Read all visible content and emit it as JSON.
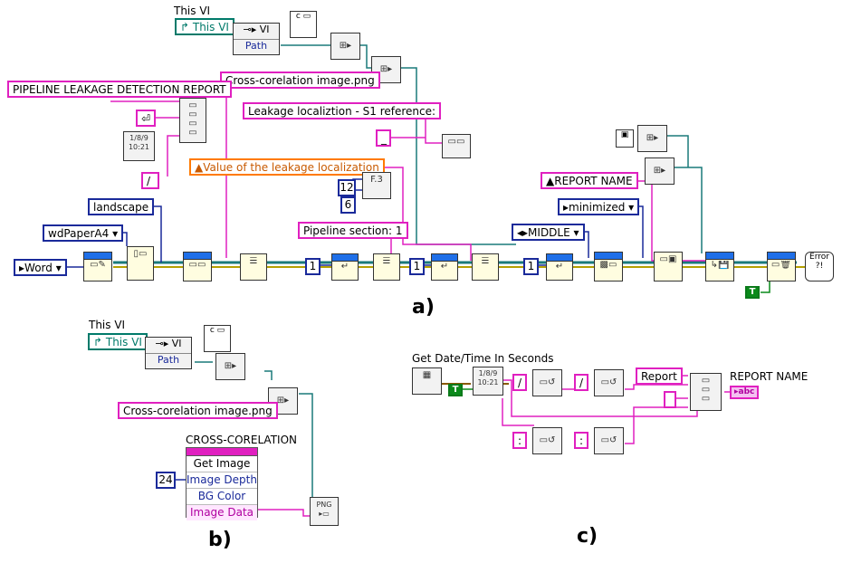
{
  "panel_a": {
    "caption": "a)",
    "this_vi_label": "This VI",
    "this_vi_const": "This VI",
    "vi_node_label": "VI",
    "vi_node_path": "Path",
    "report_title": "PIPELINE LEAKAGE DETECTION REPORT",
    "image_file": "Cross-corelation image.png",
    "leakage_ref": "Leakage localiztion - S1 reference:",
    "leakage_value": "Value of the leakage localization",
    "report_name": "REPORT NAME",
    "orientation": "landscape",
    "paper": "wdPaperA4",
    "report_type": "Word",
    "pipeline_section": "Pipeline section: 1",
    "alignment": "MIDDLE",
    "window_state": "minimized",
    "num_12": "12",
    "num_6": "6",
    "num_1a": "1",
    "num_1b": "1",
    "num_1c": "1",
    "slash": "/",
    "underscore": "_",
    "bool_true": "T",
    "error_label": "Error"
  },
  "panel_b": {
    "caption": "b)",
    "this_vi_label": "This VI",
    "this_vi_const": "This VI",
    "vi_node_label": "VI",
    "vi_node_path": "Path",
    "image_file": "Cross-corelation image.png",
    "graph_title": "CROSS-CORELATION",
    "prop_rows": [
      "Get Image",
      "Image Depth",
      "BG Color",
      "Image Data"
    ],
    "depth_value": "24",
    "png_label": "PNG"
  },
  "panel_c": {
    "caption": "c)",
    "get_date_label": "Get Date/Time In Seconds",
    "report_const": "Report",
    "report_name_label": "REPORT NAME",
    "indicator_text": "abc",
    "bool_true": "T",
    "slash_1": "/",
    "slash_2": "/",
    "colon_1": ":",
    "colon_2": ":"
  },
  "colors": {
    "string_wire": "#e020c0",
    "ref_wire": "#1a7a7a",
    "numeric": "#1a2a9a",
    "error_wire": "#b5a000",
    "orange": "#ff7a00"
  }
}
